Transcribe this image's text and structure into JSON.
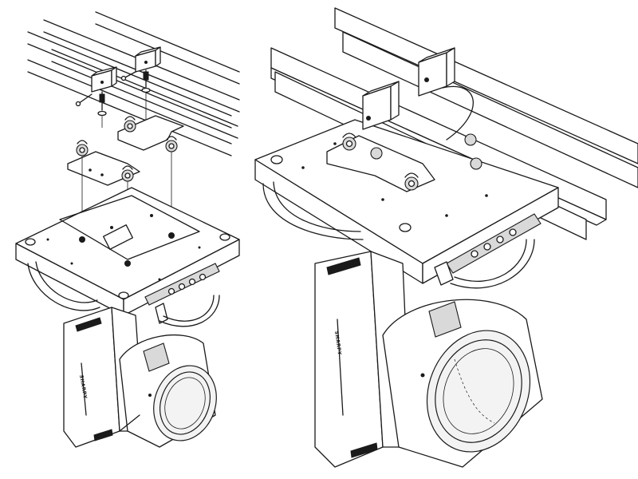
{
  "figure": {
    "panels": [
      {
        "id": "left",
        "step": "clamps-being-attached"
      },
      {
        "id": "right",
        "step": "fixture-hung-from-truss"
      }
    ],
    "housing_label": "SHARPY",
    "colors": {
      "line": "#1a1a1a",
      "background": "#ffffff",
      "shade": "#d9d9d9"
    }
  }
}
